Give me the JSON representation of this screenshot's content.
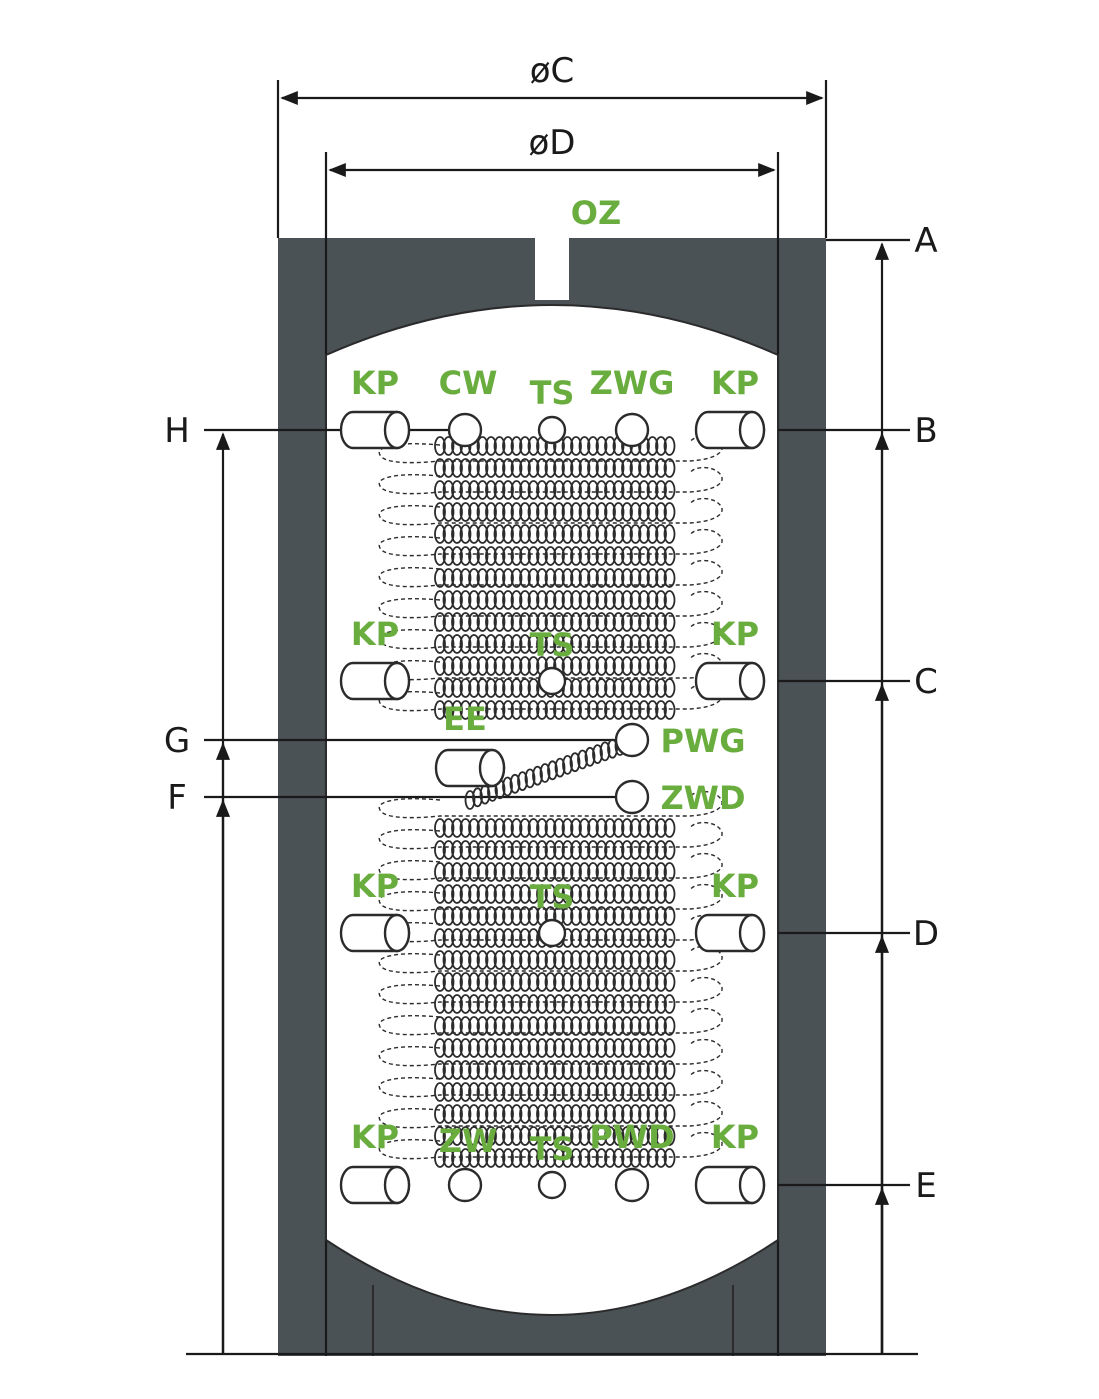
{
  "dimensions": {
    "outer_diameter": "øC",
    "inner_diameter": "øD",
    "right_heights": [
      "A",
      "B",
      "C",
      "D",
      "E"
    ],
    "left_heights": [
      "H",
      "G",
      "F"
    ]
  },
  "connections": {
    "top": "OZ",
    "row1": [
      "KP",
      "CW",
      "TS",
      "ZWG",
      "KP"
    ],
    "row2": [
      "KP",
      "TS",
      "KP"
    ],
    "row3_left": "EE",
    "row3_right_upper": "PWG",
    "row3_right_lower": "ZWD",
    "row4": [
      "KP",
      "TS",
      "KP"
    ],
    "row5": [
      "KP",
      "ZW",
      "TS",
      "PWD",
      "KP"
    ]
  },
  "colors": {
    "insulation": "#4a5256",
    "label_green": "#6aad3f",
    "line": "#1a1a1a"
  }
}
